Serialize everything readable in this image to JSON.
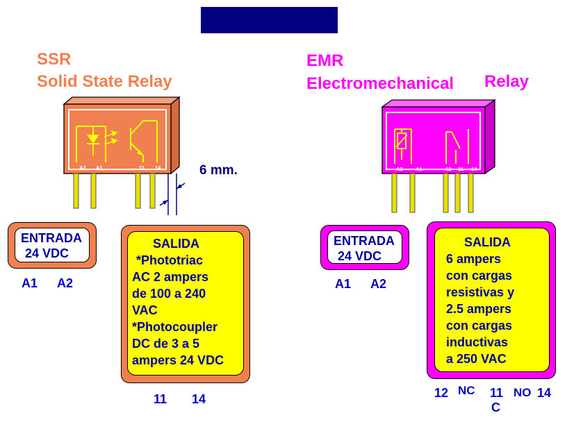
{
  "title": "Slim   Relay",
  "ssr": {
    "abbr": "SSR",
    "name": "Solid State Relay",
    "body_color": "#f08050",
    "pin_labels": [
      "A2",
      "A1",
      "11",
      "14"
    ],
    "spacing": "6 mm.",
    "input": {
      "lines": [
        "ENTRADA",
        "24 VDC"
      ]
    },
    "input_terminals": [
      "A1",
      "A2"
    ],
    "output": {
      "lines": [
        "SALIDA",
        "*Phototriac",
        "AC  2 ampers",
        "de 100 a 240",
        "VAC",
        "*Photocoupler",
        "DC de 3 a 5",
        "ampers 24 VDC"
      ]
    },
    "output_terminals": [
      "11",
      "14"
    ]
  },
  "emr": {
    "abbr": "EMR",
    "name_part1": "Electromechanical",
    "name_part2": "Relay",
    "body_color": "#ff00ff",
    "pin_labels": [
      "A2",
      "A1",
      "12",
      "11",
      "14"
    ],
    "input": {
      "lines": [
        "ENTRADA",
        "24 VDC"
      ]
    },
    "input_terminals": [
      "A1",
      "A2"
    ],
    "output": {
      "lines": [
        "SALIDA",
        "6 ampers",
        "con cargas",
        "resistivas y",
        "2.5 ampers",
        "con cargas",
        "inductivas",
        "a 250 VAC"
      ]
    },
    "output_terminals": {
      "t12": "12",
      "nc": "NC",
      "t11": "11",
      "c": "C",
      "no": "NO",
      "t14": "14"
    }
  },
  "colors": {
    "navy": "#000080",
    "label_blue": "#0000c8",
    "yellow": "#ffff00",
    "pin": "#e8e000"
  }
}
